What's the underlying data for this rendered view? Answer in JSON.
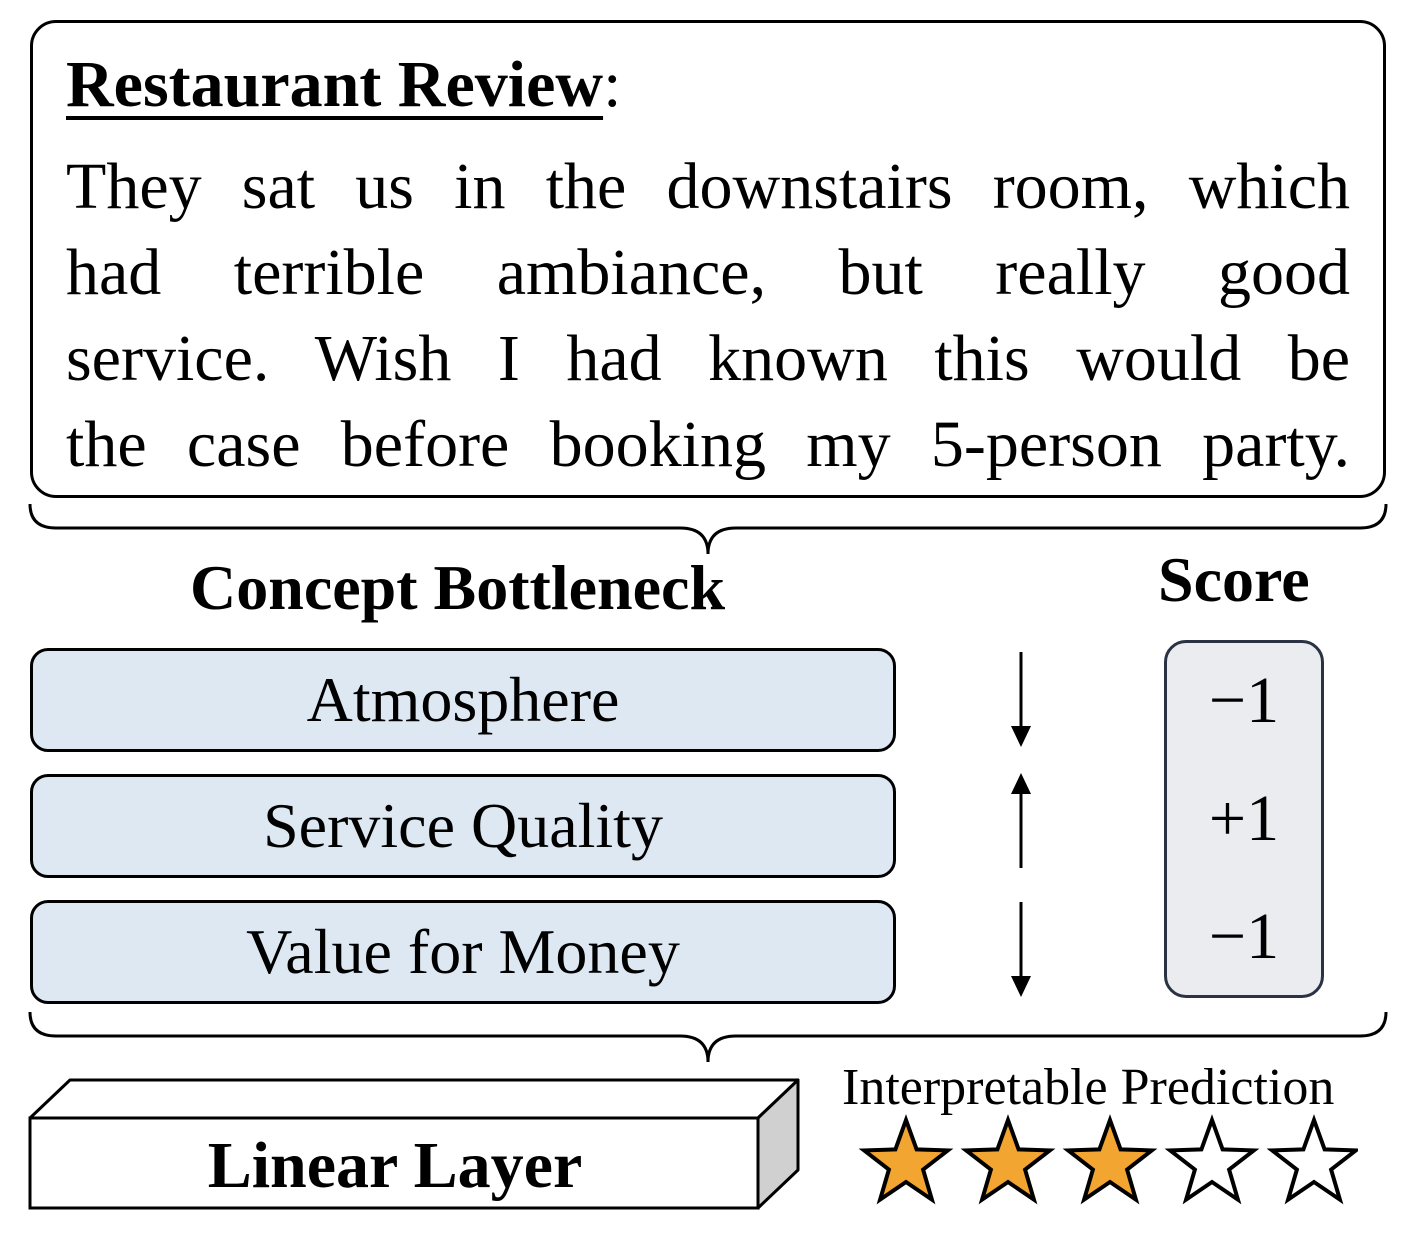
{
  "review": {
    "title": "Restaurant Review",
    "colon": ":",
    "lines": [
      "They sat us in the downstairs room, which",
      "had terrible ambiance, but really good",
      "service. Wish I had known this would be",
      "the case before booking my 5-person party."
    ]
  },
  "concept_bottleneck": {
    "title": "Concept Bottleneck",
    "concepts": [
      {
        "label": "Atmosphere",
        "direction": "down"
      },
      {
        "label": "Service Quality",
        "direction": "up"
      },
      {
        "label": "Value for Money",
        "direction": "down"
      }
    ]
  },
  "score": {
    "title": "Score",
    "values": [
      "−1",
      "+1",
      "−1"
    ]
  },
  "linear_layer": {
    "label": "Linear Layer"
  },
  "prediction": {
    "label": "Interpretable Prediction",
    "rating": 3,
    "max_rating": 5
  },
  "colors": {
    "concept_fill": "#dde8f3",
    "score_fill": "#eaecef",
    "star_fill": "#f3a531",
    "cuboid_side": "#d0d0d0"
  }
}
